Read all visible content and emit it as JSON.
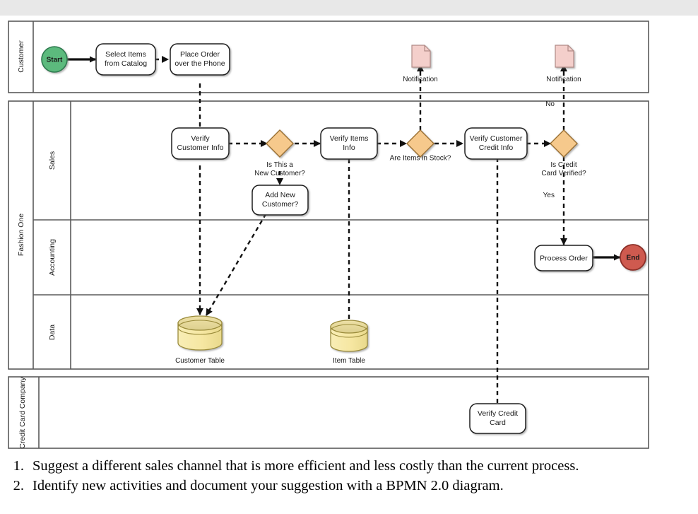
{
  "document": {
    "top_band_color": "#e8e8e8"
  },
  "diagram": {
    "type": "bpmn",
    "pools": [
      {
        "id": "customer",
        "label": "Customer",
        "lanes": []
      },
      {
        "id": "fashion-one",
        "label": "Fashion One",
        "lanes": [
          {
            "id": "sales",
            "label": "Sales"
          },
          {
            "id": "accounting",
            "label": "Accounting"
          },
          {
            "id": "data",
            "label": "Data"
          }
        ]
      },
      {
        "id": "credit-card-company",
        "label": "Credit Card Company",
        "lanes": []
      }
    ],
    "events": [
      {
        "id": "start",
        "label": "Start",
        "kind": "start",
        "color": "#5cba7d",
        "stroke": "#2f7a4f"
      },
      {
        "id": "end",
        "label": "End",
        "kind": "end",
        "color": "#cf5a50",
        "stroke": "#8c2f28"
      }
    ],
    "tasks": [
      {
        "id": "select-items",
        "label_line1": "Select Items",
        "label_line2": "from Catalog",
        "lane": "customer"
      },
      {
        "id": "place-order",
        "label_line1": "Place Order",
        "label_line2": "over the Phone",
        "lane": "customer"
      },
      {
        "id": "verify-customer-info",
        "label_line1": "Verify",
        "label_line2": "Customer Info",
        "lane": "sales"
      },
      {
        "id": "add-new-customer",
        "label_line1": "Add New",
        "label_line2": "Customer?",
        "lane": "sales"
      },
      {
        "id": "verify-items-info",
        "label_line1": "Verify Items",
        "label_line2": "Info",
        "lane": "sales"
      },
      {
        "id": "verify-customer-credit-info",
        "label_line1": "Verify Customer",
        "label_line2": "Credit Info",
        "lane": "sales"
      },
      {
        "id": "process-order",
        "label_line1": "Process Order",
        "label_line2": "",
        "lane": "accounting"
      },
      {
        "id": "verify-credit-card",
        "label_line1": "Verify Credit",
        "label_line2": "Card",
        "lane": "credit-card-company"
      }
    ],
    "gateways": [
      {
        "id": "is-new-customer",
        "label_line1": "Is This a",
        "label_line2": "New Customer?",
        "color": "#f6c98c",
        "stroke": "#9a6f32"
      },
      {
        "id": "are-items-in-stock",
        "label_line1": "Are Items in Stock?",
        "label_line2": "",
        "color": "#f6c98c",
        "stroke": "#9a6f32"
      },
      {
        "id": "is-credit-card-verified",
        "label_line1": "Is Credit",
        "label_line2": "Card Verified?",
        "color": "#f6c98c",
        "stroke": "#9a6f32"
      }
    ],
    "data_stores": [
      {
        "id": "customer-table",
        "label": "Customer Table",
        "color": "#f6e9a8",
        "stroke": "#9a8b3a"
      },
      {
        "id": "item-table",
        "label": "Item Table",
        "color": "#f6e9a8",
        "stroke": "#9a8b3a"
      }
    ],
    "data_objects": [
      {
        "id": "notification-stock",
        "label": "Notification",
        "color": "#f4cfcb",
        "stroke": "#b08a86"
      },
      {
        "id": "notification-credit",
        "label": "Notification",
        "color": "#f4cfcb",
        "stroke": "#b08a86"
      }
    ],
    "flow_labels": [
      {
        "id": "credit-no",
        "text": "No"
      },
      {
        "id": "credit-yes",
        "text": "Yes"
      }
    ]
  },
  "questions": [
    {
      "number": "1.",
      "text": "Suggest a different sales channel that is more efficient and less costly than the current process."
    },
    {
      "number": "2.",
      "text": "Identify new activities and document your suggestion with a BPMN 2.0 diagram."
    }
  ]
}
